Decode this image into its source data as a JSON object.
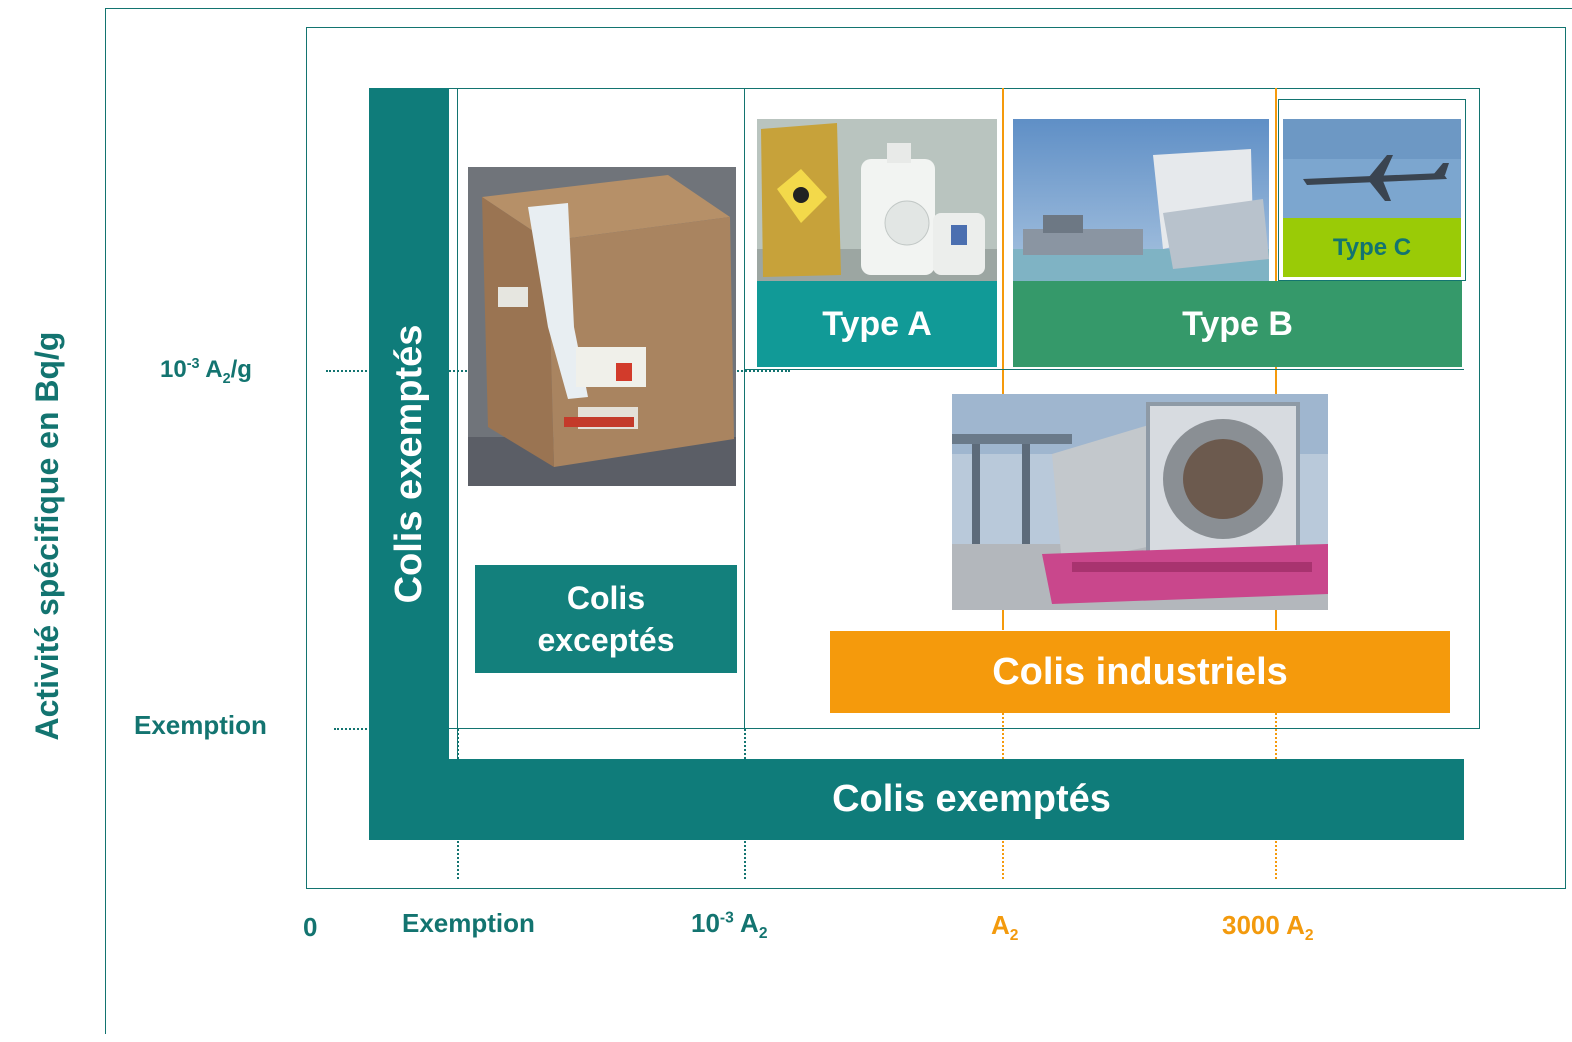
{
  "yaxis_title": "Activité spécifique en Bq/g",
  "y_levels": {
    "high_pre": "10",
    "high_sup": "-3",
    "high_mid": " A",
    "high_sub": "2",
    "high_post": "/g",
    "low": "Exemption"
  },
  "x_levels": {
    "zero": "0",
    "exemption": "Exemption",
    "milli_pre": "10",
    "milli_sup": "-3",
    "milli_mid": " A",
    "milli_sub": "2",
    "a2_mid": "A",
    "a2_sub": "2",
    "k3_mid": "3000 A",
    "k3_sub": "2"
  },
  "boxes": {
    "exempt_vertical": "Colis exemptés",
    "exempt_horizontal": "Colis exemptés",
    "excepted_line1": "Colis",
    "excepted_line2": "exceptés",
    "type_a": "Type A",
    "type_b": "Type B",
    "type_c": "Type C",
    "industrial": "Colis industriels"
  },
  "photos": {
    "cardboard_box": "photo-cardboard-package",
    "type_a_containers": "photo-type-a-containers",
    "type_b_cask": "photo-type-b-cask",
    "type_c_airplane": "photo-airplane",
    "industrial_tank": "photo-industrial-tank-container"
  },
  "colors": {
    "teal": "#0f7c7a",
    "teal_light": "#119a97",
    "green": "#35996a",
    "lime": "#9acb06",
    "orange": "#f59a0c"
  }
}
